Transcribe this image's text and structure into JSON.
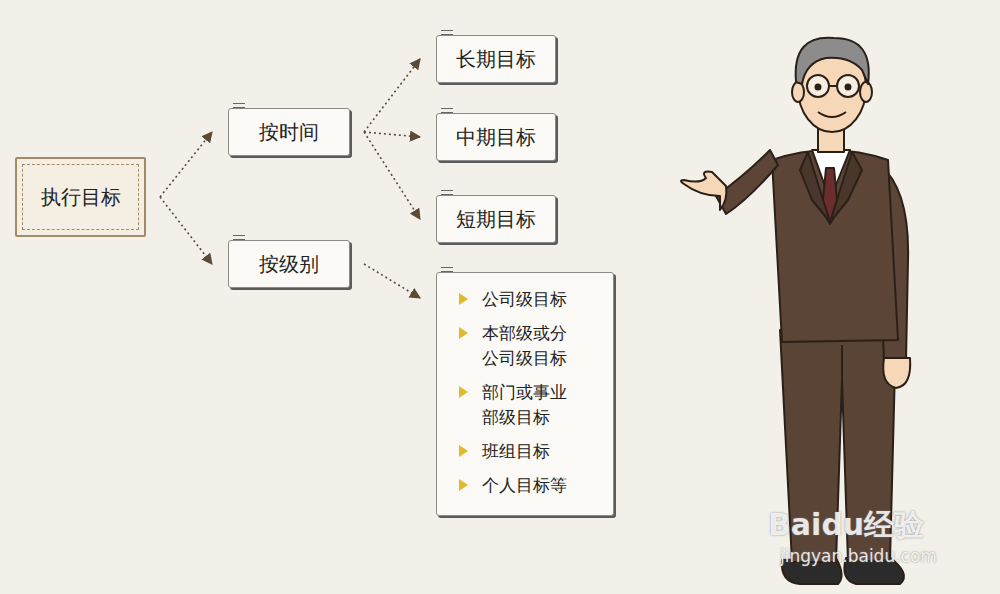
{
  "diagram": {
    "nodes": [
      {
        "text": [
          "执行目标"
        ]
      },
      {
        "text": [
          "按时间"
        ]
      },
      {
        "text": [
          "长期目标"
        ]
      },
      {
        "text": [
          "中期目标"
        ]
      },
      {
        "text": [
          "短期目标"
        ]
      },
      {
        "text": [
          "按级别"
        ]
      },
      {
        "text": [
          "公司级目标",
          "本部级或分 公司级目标",
          "部门或事业 部级目标",
          "班组目标",
          "个人目标等"
        ]
      }
    ],
    "edges": [
      {
        "from": 0,
        "to": 1,
        "arrow": "to"
      },
      {
        "from": 0,
        "to": 5,
        "arrow": "to"
      },
      {
        "from": 1,
        "to": 2,
        "arrow": "to"
      },
      {
        "from": 1,
        "to": 3,
        "arrow": "to"
      },
      {
        "from": 1,
        "to": 4,
        "arrow": "to"
      },
      {
        "from": 5,
        "to": 6,
        "arrow": "to"
      }
    ],
    "labels": [
      "Baidu经验",
      "jingyan.baidu.com"
    ]
  }
}
